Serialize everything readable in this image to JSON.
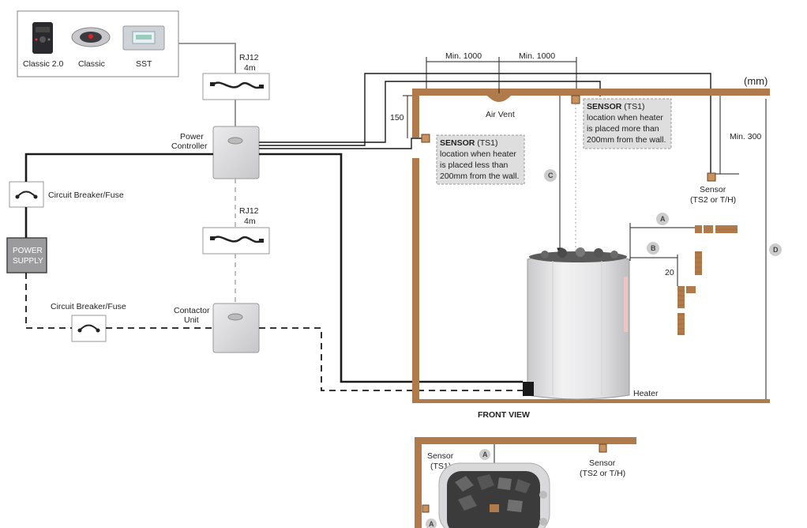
{
  "units": "(mm)",
  "controllers": [
    {
      "label": "Classic 2.0"
    },
    {
      "label": "Classic"
    },
    {
      "label": "SST"
    }
  ],
  "cables": {
    "top": {
      "type": "RJ12",
      "length": "4m"
    },
    "middle": {
      "type": "RJ12",
      "length": "4m"
    }
  },
  "power_controller": {
    "line1": "Power",
    "line2": "Controller"
  },
  "contactor_unit": {
    "line1": "Contactor",
    "line2": "Unit"
  },
  "circuit_breaker_top": "Circuit Breaker/Fuse",
  "circuit_breaker_bottom": "Circuit Breaker/Fuse",
  "power_supply": {
    "line1": "POWER",
    "line2": "SUPPLY"
  },
  "dimensions": {
    "min_left": "Min. 1000",
    "min_right": "Min. 1000",
    "wall_150": "150",
    "min_300": "Min. 300",
    "dim_20": "20"
  },
  "air_vent": "Air Vent",
  "sensor_left_note": {
    "title": "SENSOR",
    "code": " (TS1)",
    "lines": [
      "location when heater",
      "is placed less than",
      "200mm from the wall."
    ]
  },
  "sensor_right_note": {
    "title": "SENSOR",
    "code": " (TS1)",
    "lines": [
      "location when heater",
      "is placed more than",
      "200mm from the wall."
    ]
  },
  "sensor_ts2": {
    "line1": "Sensor",
    "line2": "(TS2 or T/H)"
  },
  "letters": {
    "a": "A",
    "b": "B",
    "c": "C",
    "d": "D"
  },
  "heater": "Heater",
  "front_view": "FRONT VIEW",
  "top_view": {
    "sensor_ts1_line1": "Sensor",
    "sensor_ts1_line2": "(TS1)",
    "sensor_ts2_line1": "Sensor",
    "sensor_ts2_line2": "(TS2 or T/H)",
    "letter_a": "A"
  },
  "colors": {
    "wood": "#b07a4a",
    "wire": "#1a1a1a",
    "note_bg": "#dedede",
    "device": "#d6d6d8"
  }
}
